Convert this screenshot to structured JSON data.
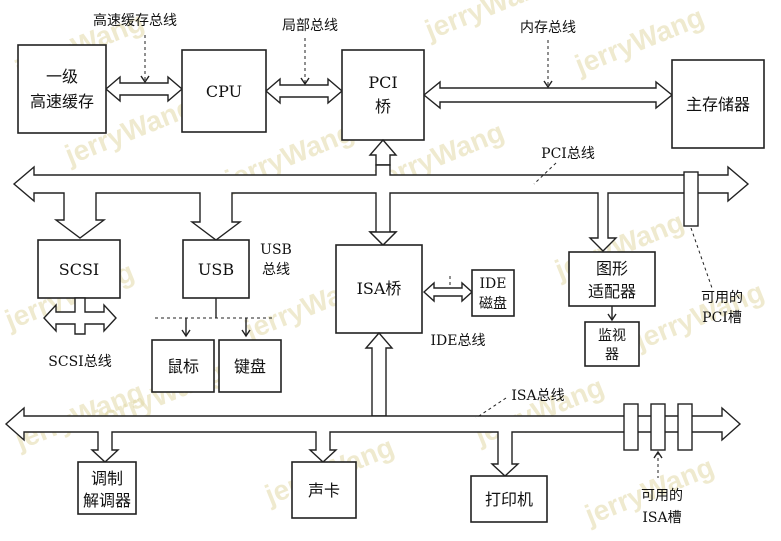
{
  "watermark": "jerryWang",
  "nodes": {
    "l1_cache": [
      "一级",
      "高速缓存"
    ],
    "cpu": "CPU",
    "pci_bridge": [
      "PCI",
      "桥"
    ],
    "main_memory": "主存储器",
    "scsi": "SCSI",
    "usb": "USB",
    "isa_bridge": "ISA桥",
    "ide_disk": [
      "IDE",
      "磁盘"
    ],
    "graphics_adapter": [
      "图形",
      "适配器"
    ],
    "monitor": [
      "监视",
      "器"
    ],
    "mouse": "鼠标",
    "keyboard": "键盘",
    "modem": [
      "调制",
      "解调器"
    ],
    "sound_card": "声卡",
    "printer": "打印机"
  },
  "labels": {
    "cache_bus": "高速缓存总线",
    "local_bus": "局部总线",
    "memory_bus": "内存总线",
    "pci_bus": "PCI总线",
    "usb_bus": [
      "USB",
      "总线"
    ],
    "scsi_bus": "SCSI总线",
    "ide_bus": "IDE总线",
    "isa_bus": "ISA总线",
    "pci_slot": [
      "可用的",
      "PCI槽"
    ],
    "isa_slot": [
      "可用的",
      "ISA槽"
    ]
  }
}
